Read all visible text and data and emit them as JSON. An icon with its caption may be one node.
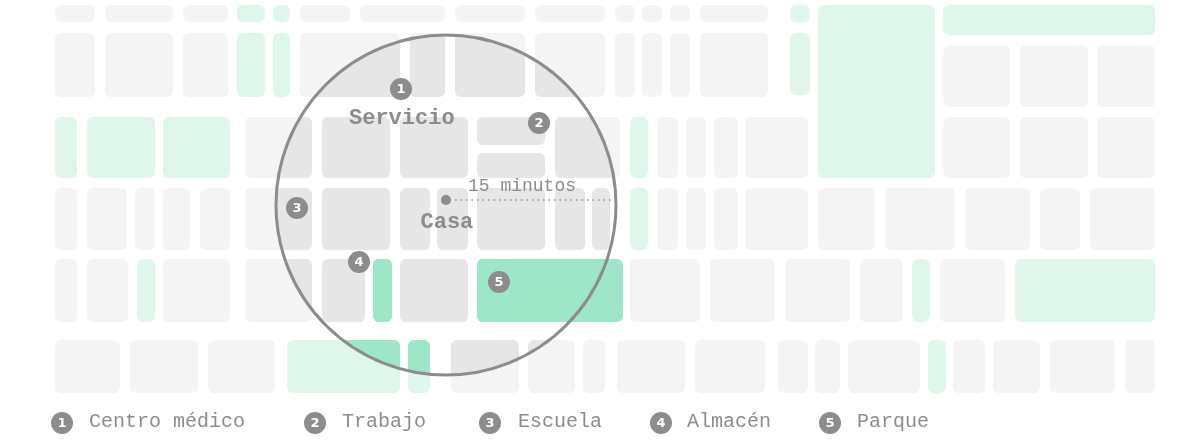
{
  "diagram": {
    "labels": [
      "1",
      "Servicio",
      "2",
      "15 minutos",
      "3",
      "Casa",
      "4",
      "5",
      "1",
      "2",
      "3",
      "4",
      "5"
    ],
    "legend": [
      {
        "text": "Centro médico"
      },
      {
        "text": "Trabajo"
      },
      {
        "text": "Escuela"
      },
      {
        "text": "Almacén"
      },
      {
        "text": "Parque"
      }
    ]
  }
}
